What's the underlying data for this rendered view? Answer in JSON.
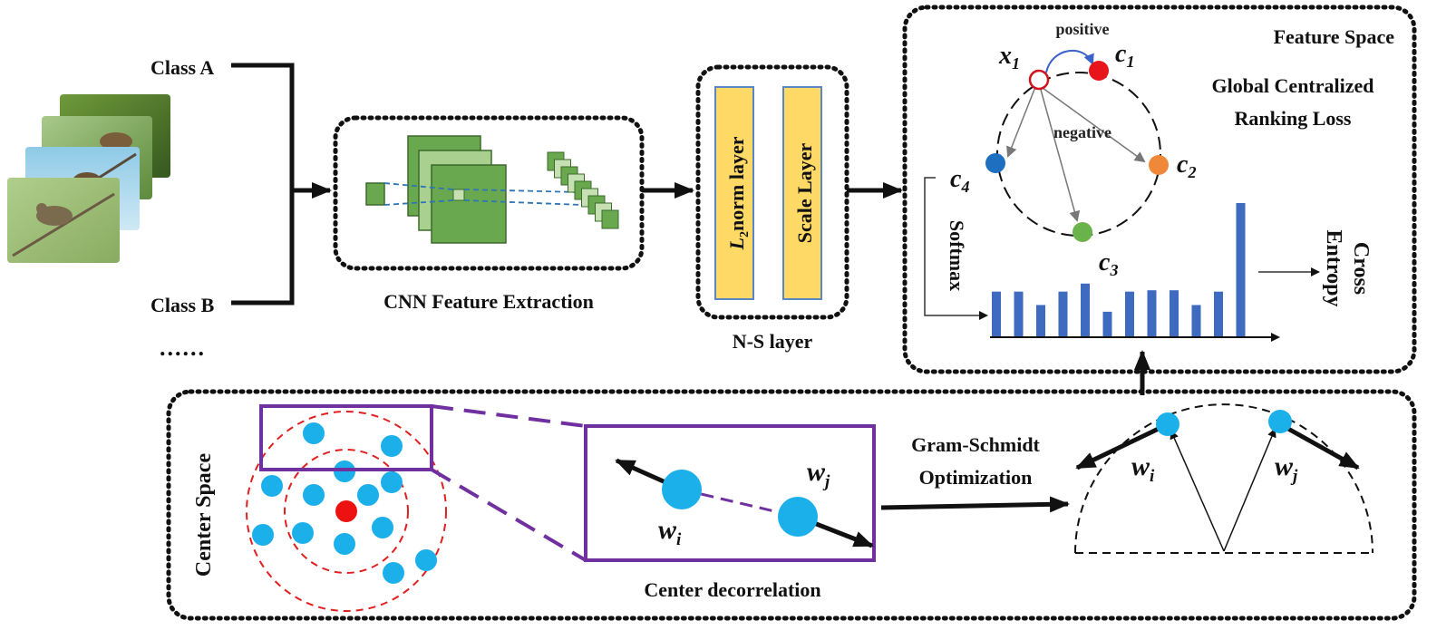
{
  "inputs": {
    "class_a": "Class A",
    "class_b": "Class B",
    "more": "......"
  },
  "cnn": {
    "caption": "CNN Feature Extraction"
  },
  "ns_layer": {
    "caption": "N-S layer",
    "l2_main": "L",
    "l2_sub": "2",
    "l2_rest": "norm layer",
    "scale": "Scale Layer"
  },
  "feature_space": {
    "title": "Feature Space",
    "loss_line1": "Global Centralized",
    "loss_line2": "Ranking Loss",
    "positive": "positive",
    "negative": "negative",
    "x1_main": "x",
    "x1_sub": "1",
    "c1_main": "c",
    "c1_sub": "1",
    "c2_main": "c",
    "c2_sub": "2",
    "c3_main": "c",
    "c3_sub": "3",
    "c4_main": "c",
    "c4_sub": "4",
    "softmax": "Softmax",
    "cross_entropy_line1": "Cross",
    "cross_entropy_line2": "Entropy",
    "colors": {
      "c1": "#e8141c",
      "c2": "#f0883a",
      "c3": "#6ab24a",
      "c4": "#1f6fc0",
      "bar": "#3e6bbf"
    }
  },
  "softmax_bars": {
    "values": [
      0.34,
      0.34,
      0.24,
      0.34,
      0.4,
      0.19,
      0.34,
      0.35,
      0.35,
      0.24,
      0.34,
      1.0
    ]
  },
  "center_space": {
    "title": "Center Space",
    "decor_caption": "Center decorrelation",
    "gs_line1": "Gram-Schmidt",
    "gs_line2": "Optimization",
    "wi_main": "w",
    "wi_sub": "i",
    "wj_main": "w",
    "wj_sub": "j",
    "colors": {
      "point": "#1cb0ea",
      "center": "#ee1111",
      "ring": "#e02020",
      "frame": "#7030a0"
    }
  }
}
